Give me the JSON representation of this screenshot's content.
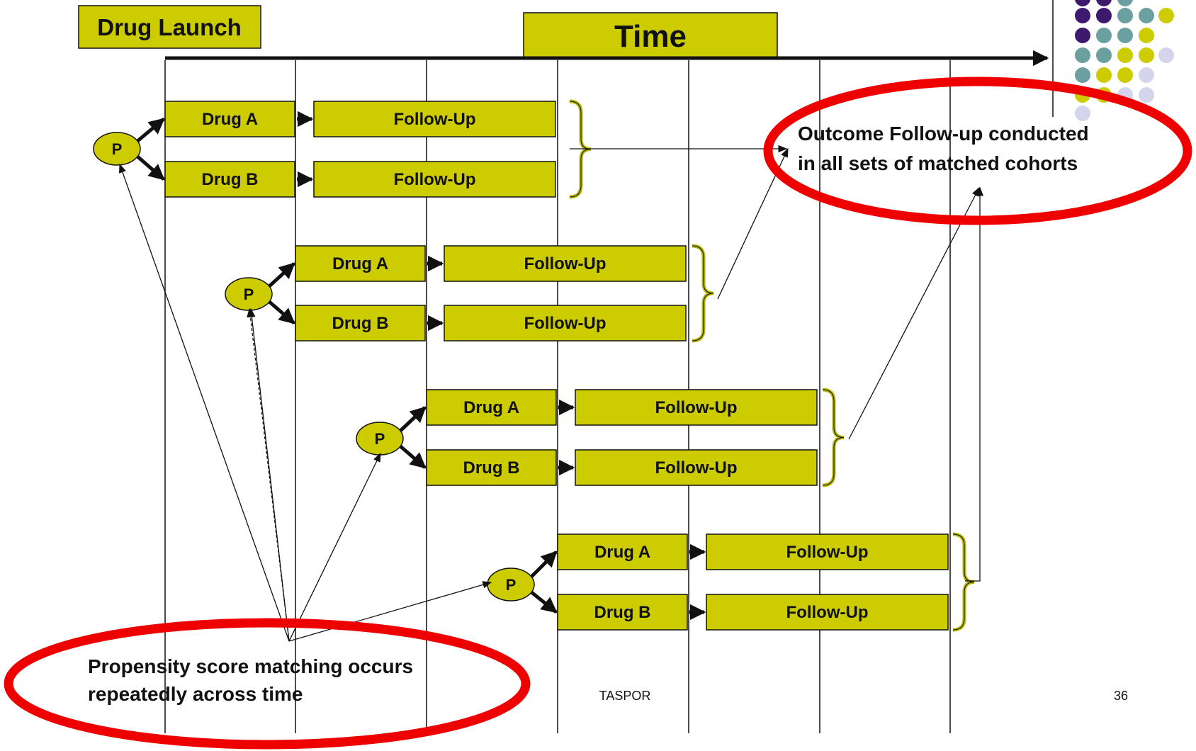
{
  "header": {
    "drug_launch_label": "Drug Launch",
    "time_label": "Time"
  },
  "colors": {
    "box_fill": "#cccc00",
    "line": "#111111",
    "highlight_ellipse": "#ee0000",
    "dot_purple": "#3d1a6e",
    "dot_teal": "#6aa0a0",
    "dot_olive": "#cccc00",
    "dot_lavender": "#d4d4ec"
  },
  "cohorts": [
    {
      "propensity_label": "P",
      "arms": [
        {
          "drug_label": "Drug A",
          "followup_label": "Follow-Up"
        },
        {
          "drug_label": "Drug B",
          "followup_label": "Follow-Up"
        }
      ]
    },
    {
      "propensity_label": "P",
      "arms": [
        {
          "drug_label": "Drug A",
          "followup_label": "Follow-Up"
        },
        {
          "drug_label": "Drug B",
          "followup_label": "Follow-Up"
        }
      ]
    },
    {
      "propensity_label": "P",
      "arms": [
        {
          "drug_label": "Drug A",
          "followup_label": "Follow-Up"
        },
        {
          "drug_label": "Drug B",
          "followup_label": "Follow-Up"
        }
      ]
    },
    {
      "propensity_label": "P",
      "arms": [
        {
          "drug_label": "Drug A",
          "followup_label": "Follow-Up"
        },
        {
          "drug_label": "Drug B",
          "followup_label": "Follow-Up"
        }
      ]
    }
  ],
  "callouts": {
    "outcome_line1": "Outcome Follow-up conducted",
    "outcome_line2": "in all sets of matched cohorts",
    "propensity_line1": "Propensity score matching occurs",
    "propensity_line2": "repeatedly across time"
  },
  "footer": {
    "source": "TASPOR",
    "page_number": "36"
  }
}
